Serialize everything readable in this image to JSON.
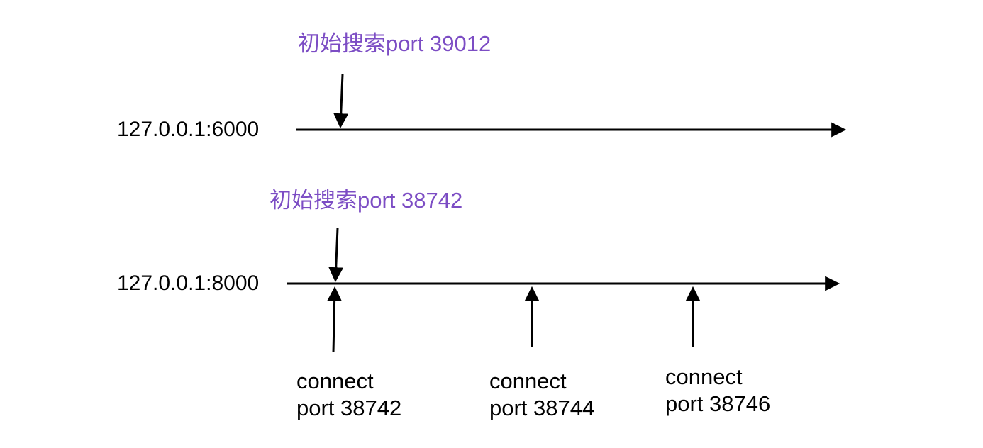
{
  "colors": {
    "background": "#ffffff",
    "ink": "#000000",
    "accent_purple": "#7c4dc4"
  },
  "timelines": [
    {
      "host": "127.0.0.1:6000",
      "annotation": "初始搜索port 39012"
    },
    {
      "host": "127.0.0.1:8000",
      "annotation": "初始搜索port 38742",
      "connections": [
        {
          "line1": "connect",
          "line2": "port 38742"
        },
        {
          "line1": "connect",
          "line2": "port 38744"
        },
        {
          "line1": "connect",
          "line2": "port 38746"
        }
      ]
    }
  ]
}
